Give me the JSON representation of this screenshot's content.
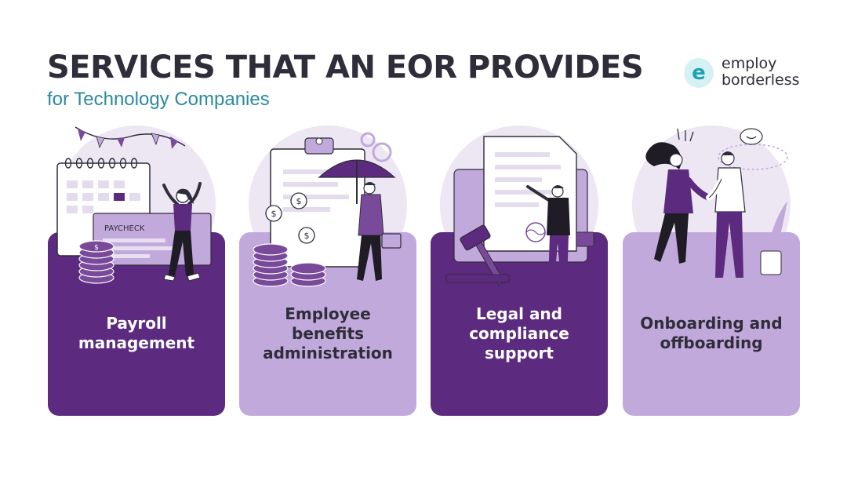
{
  "header": {
    "title": "SERVICES THAT AN EOR PROVIDES",
    "subtitle": "for Technology Companies"
  },
  "logo": {
    "mark": "e",
    "line1": "employ",
    "line2": "borderless",
    "color": "#1ea2b4"
  },
  "colors": {
    "dark_purple": "#5c2a7e",
    "light_purple": "#c2a9dc",
    "title": "#2f2d3a",
    "subtitle": "#2a8ba0"
  },
  "cards": [
    {
      "lines": [
        "Payroll",
        "management"
      ],
      "illustration": "paycheck-calendar-illustration",
      "paycheck_text": "PAYCHECK"
    },
    {
      "lines": [
        "Employee",
        "benefits",
        "administration"
      ],
      "illustration": "umbrella-clipboard-illustration"
    },
    {
      "lines": [
        "Legal and",
        "compliance",
        "support"
      ],
      "illustration": "gavel-document-illustration"
    },
    {
      "lines": [
        "Onboarding and",
        "offboarding"
      ],
      "illustration": "handshake-illustration"
    }
  ]
}
